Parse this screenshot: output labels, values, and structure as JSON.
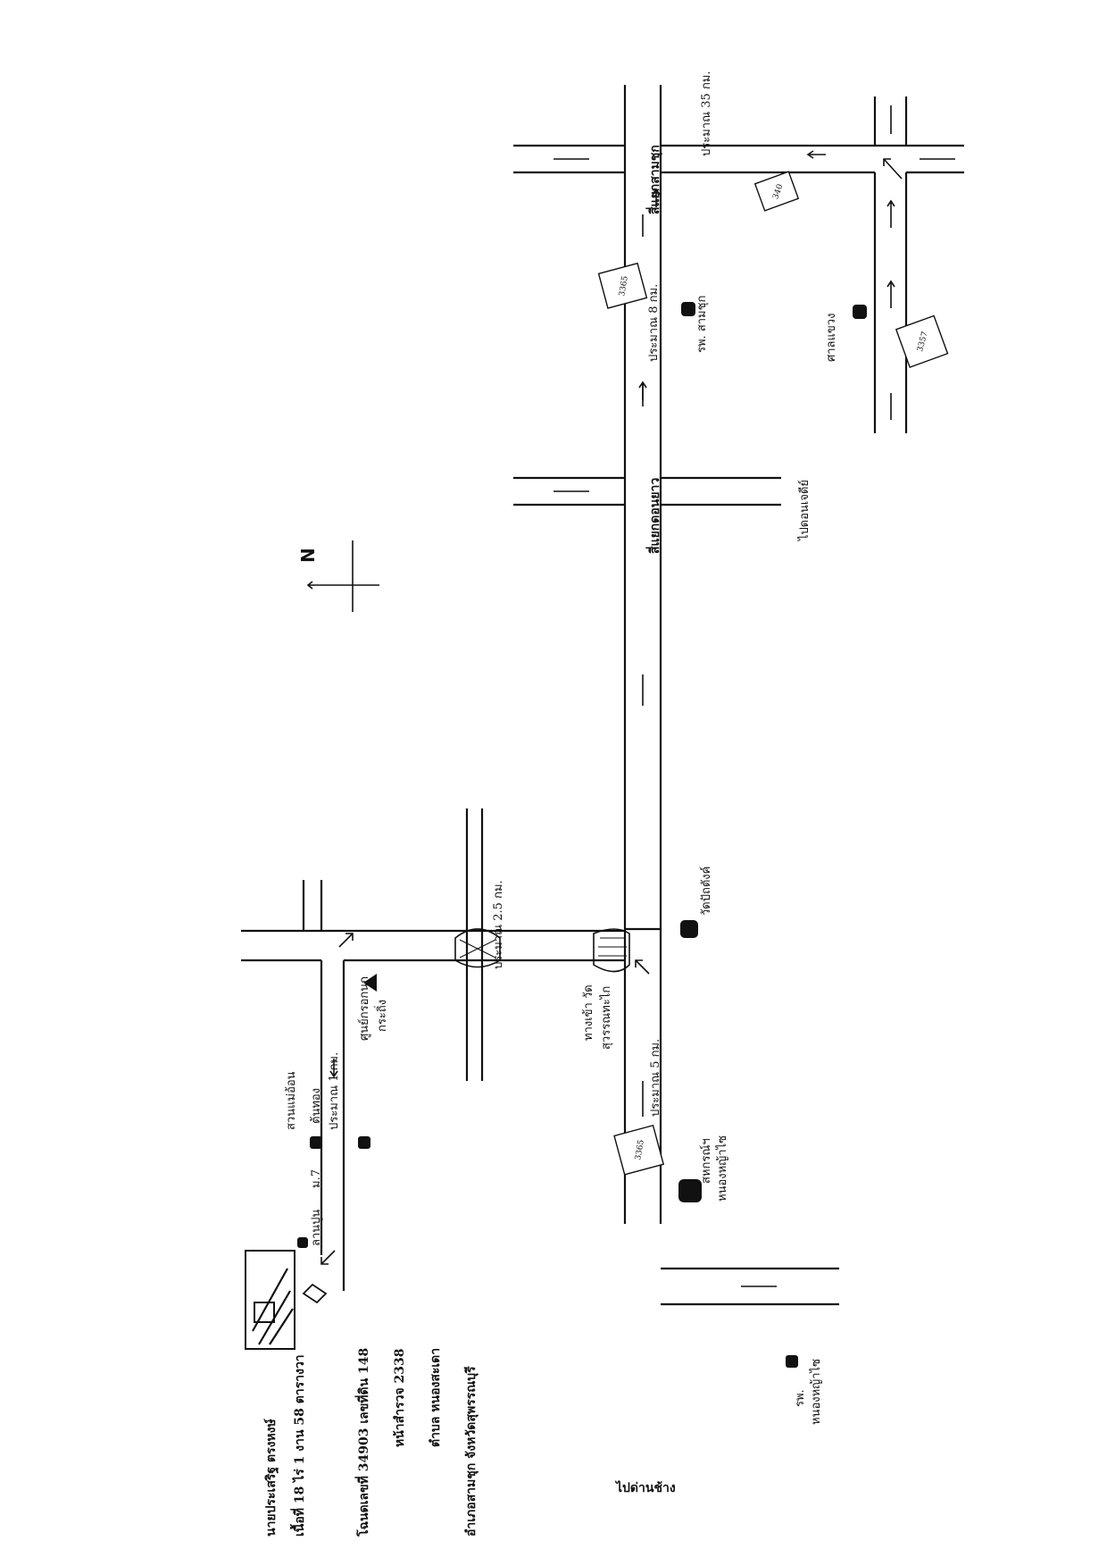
{
  "north_label": "N",
  "intersections": {
    "sam_chuk_junction": "สี่แยกสามชุก",
    "don_yao_junction": "สี่แยกดอนยาว"
  },
  "distances": {
    "km35": "ประมาณ 35 กม.",
    "km8": "ประมาณ 8 กม.",
    "km5": "ประมาณ 5 กม.",
    "km2_5": "ประมาณ 2.5 กม.",
    "km1": "ประมาณ 1 กม."
  },
  "route_signs": {
    "r340": "340",
    "r3365_top": "3365",
    "r3357": "3357",
    "r3365_bottom": "3365"
  },
  "places": {
    "sam_chuk_hospital": "รพ. สามชุก",
    "court": "ศาลแขวง",
    "to_don_chedi": "ไปดอนเจดีย์",
    "wat_pattana": "วัดปัถตังค์",
    "temple_entrance": "ทางเข้า วัด",
    "temple_name": "สุวรรณทะไก",
    "coop_line1": "สหกรณ์ฯ",
    "coop_line2": "หนองหญ้าไซ",
    "nongyasai_hospital_line1": "รพ.",
    "nongyasai_hospital_line2": "หนองหญ้าไซ",
    "to_dan_chang": "ไปด่านช้าง",
    "ban_mae_on_line1": "สวนแม่อ้อน",
    "ban_mae_on_line2": "ต้นทอง",
    "school_line1": "ศูนย์กรอกนก",
    "school_line2": "กระถิ่ง",
    "cement_yard": "ลานปูน",
    "moo7": "ม.7"
  },
  "property": {
    "owner": "นายประเสริฐ   ตรงหงษ์",
    "area": "เนื้อที่  18  ไร่  1  งาน  58  ตารางวา",
    "title_deed": "โฉนดเลขที่  34903  เลขที่ดิน  148",
    "survey_page": "หน้าสำรวจ  2338",
    "subdistrict": "ตำบล  หนองสะเดา",
    "district_province": "อำเภอสามชุก  จังหวัดสุพรรณบุรี"
  },
  "colors": {
    "ink": "#111111",
    "paper": "#ffffff"
  }
}
